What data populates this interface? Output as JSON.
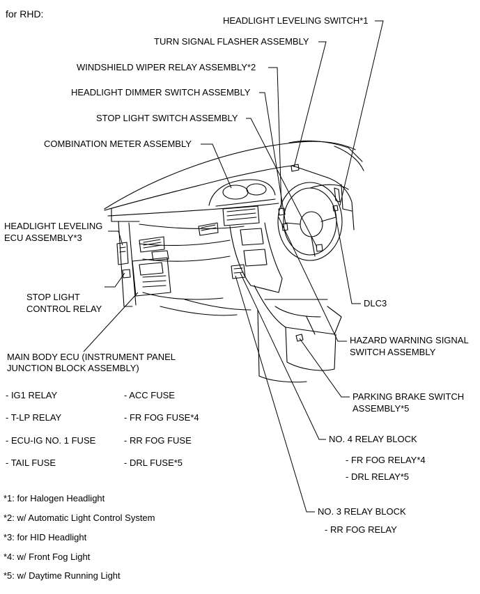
{
  "variant_label": "for RHD:",
  "callouts": {
    "headlight_leveling_switch": "HEADLIGHT LEVELING SWITCH*1",
    "turn_signal_flasher": "TURN SIGNAL FLASHER ASSEMBLY",
    "windshield_wiper_relay": "WINDSHIELD WIPER RELAY ASSEMBLY*2",
    "headlight_dimmer_switch": "HEADLIGHT DIMMER SWITCH ASSEMBLY",
    "stop_light_switch": "STOP LIGHT SWITCH ASSEMBLY",
    "combination_meter": "COMBINATION METER ASSEMBLY",
    "headlight_leveling_ecu_1": "HEADLIGHT LEVELING",
    "headlight_leveling_ecu_2": "ECU ASSEMBLY*3",
    "stop_light_control_relay_1": "STOP LIGHT",
    "stop_light_control_relay_2": "CONTROL RELAY",
    "dlc3": "DLC3",
    "hazard_warning_1": "HAZARD WARNING SIGNAL",
    "hazard_warning_2": "SWITCH ASSEMBLY",
    "main_body_ecu_1": "MAIN BODY ECU (INSTRUMENT PANEL",
    "main_body_ecu_2": "JUNCTION BLOCK ASSEMBLY)",
    "parking_brake_1": "PARKING BRAKE SWITCH",
    "parking_brake_2": "ASSEMBLY*5",
    "no4_relay_block": "NO. 4 RELAY BLOCK",
    "no3_relay_block": "NO. 3 RELAY BLOCK"
  },
  "main_body_ecu_items_left": [
    "- IG1 RELAY",
    "- T-LP RELAY",
    "- ECU-IG NO. 1 FUSE",
    "- TAIL FUSE"
  ],
  "main_body_ecu_items_right": [
    "- ACC FUSE",
    "- FR FOG FUSE*4",
    "- RR FOG FUSE",
    "- DRL FUSE*5"
  ],
  "no4_relay_items": [
    "- FR FOG RELAY*4",
    "- DRL RELAY*5"
  ],
  "no3_relay_items": [
    "- RR FOG RELAY"
  ],
  "footnotes": [
    "*1: for Halogen Headlight",
    "*2: w/ Automatic Light Control System",
    "*3: for HID Headlight",
    "*4: w/ Front Fog Light",
    "*5: w/ Daytime Running Light"
  ]
}
